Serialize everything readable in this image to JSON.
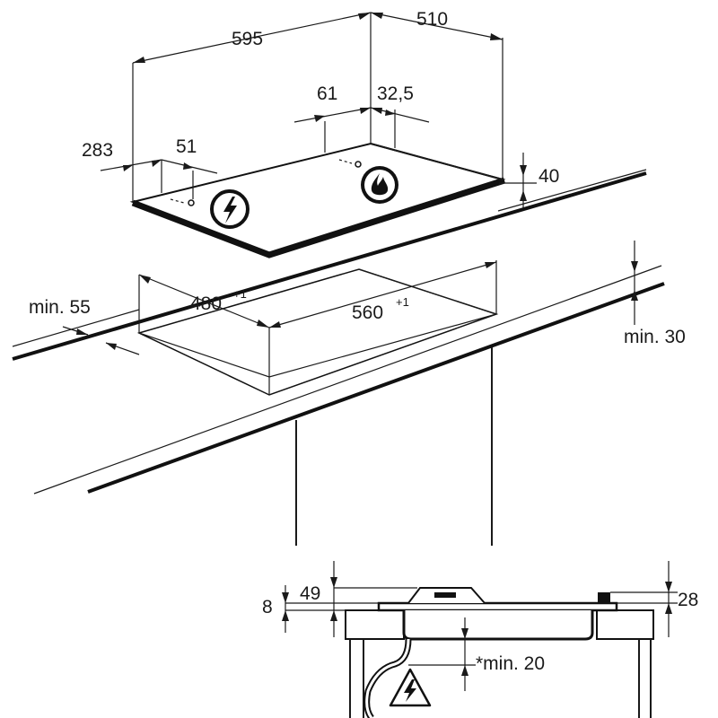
{
  "dimensions": {
    "hob_width": "595",
    "hob_depth": "510",
    "gas_offset_left": "61",
    "gas_offset_right": "32,5",
    "elec_offset_side": "283",
    "elec_offset_front": "51",
    "hob_height": "40",
    "cutout_depth": "480",
    "cutout_depth_tol": "+1",
    "cutout_width": "560",
    "cutout_width_tol": "+1",
    "min_front_edge": "min. 55",
    "min_worktop_thickness": "min. 30",
    "section_total_height": "49",
    "section_above_top": "8",
    "section_right_height": "28",
    "min_clearance_below": "*min. 20"
  },
  "icons": {
    "electric_connection": "lightning-bolt-circle-icon",
    "gas_connection": "flame-circle-icon",
    "warning": "electrical-hazard-triangle-icon"
  }
}
